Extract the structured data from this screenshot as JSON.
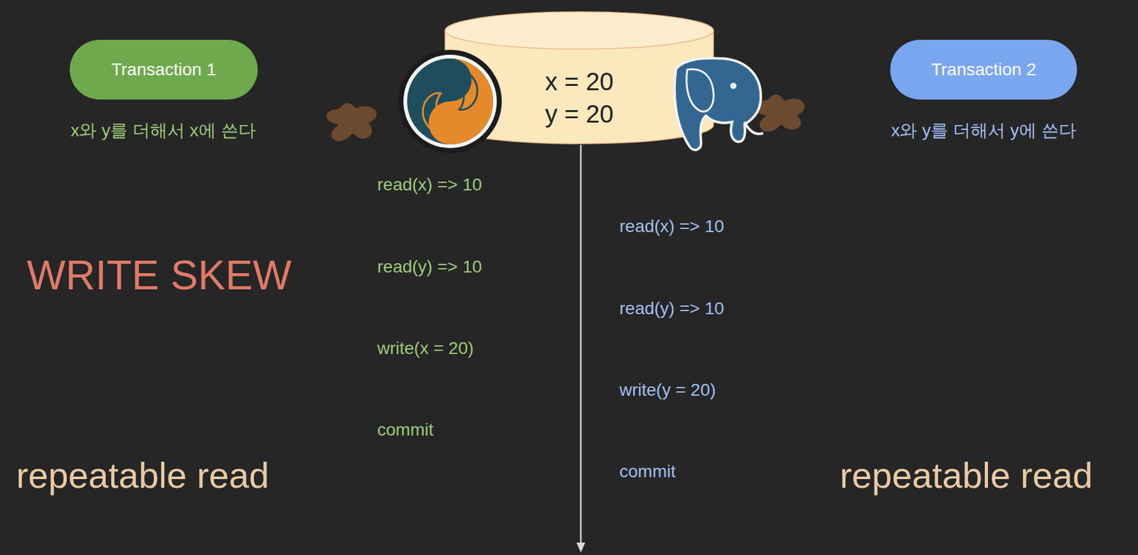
{
  "diagram": {
    "nodes": [
      {
        "text": [
          "Transaction 1"
        ]
      },
      {
        "text": [
          "x = 20",
          "y = 20"
        ]
      },
      {
        "text": [
          "Transaction 2"
        ]
      }
    ],
    "labels": [
      "x와 y를 더해서 x에 쓴다",
      "x와 y를 더해서 y에 쓴다",
      "read(x) => 10",
      "read(x) => 10",
      "read(y) => 10",
      "WRITE SKEW",
      "read(y) => 10",
      "write(x = 20)",
      "write(y = 20)",
      "commit",
      "commit",
      "repeatable read",
      "repeatable read"
    ]
  }
}
